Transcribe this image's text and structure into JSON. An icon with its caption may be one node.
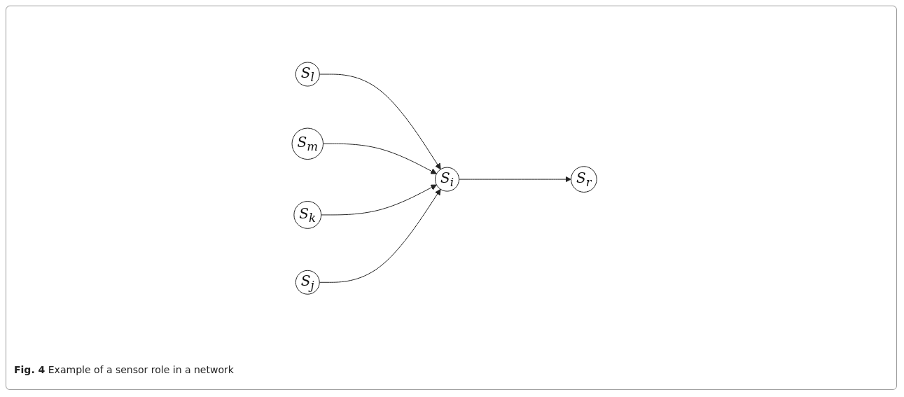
{
  "diagram": {
    "caption": "**Fig. 4** Example of a sensor role in a network",
    "nodes": [
      {
        "text": [
          "S$_{l}$"
        ]
      },
      {
        "text": [
          "S$_{m}$"
        ]
      },
      {
        "text": [
          "S$_{i}$"
        ]
      },
      {
        "text": [
          "S$_{r}$"
        ]
      },
      {
        "text": [
          "S$_{k}$"
        ]
      },
      {
        "text": [
          "S$_{j}$"
        ]
      }
    ],
    "edges": [
      {
        "from": 0,
        "to": 2,
        "arrow": "to"
      },
      {
        "from": 1,
        "to": 2,
        "arrow": "to"
      },
      {
        "from": 2,
        "to": 3,
        "arrow": "to"
      },
      {
        "from": 4,
        "to": 2,
        "arrow": "to"
      },
      {
        "from": 5,
        "to": 2,
        "arrow": "to"
      }
    ]
  }
}
